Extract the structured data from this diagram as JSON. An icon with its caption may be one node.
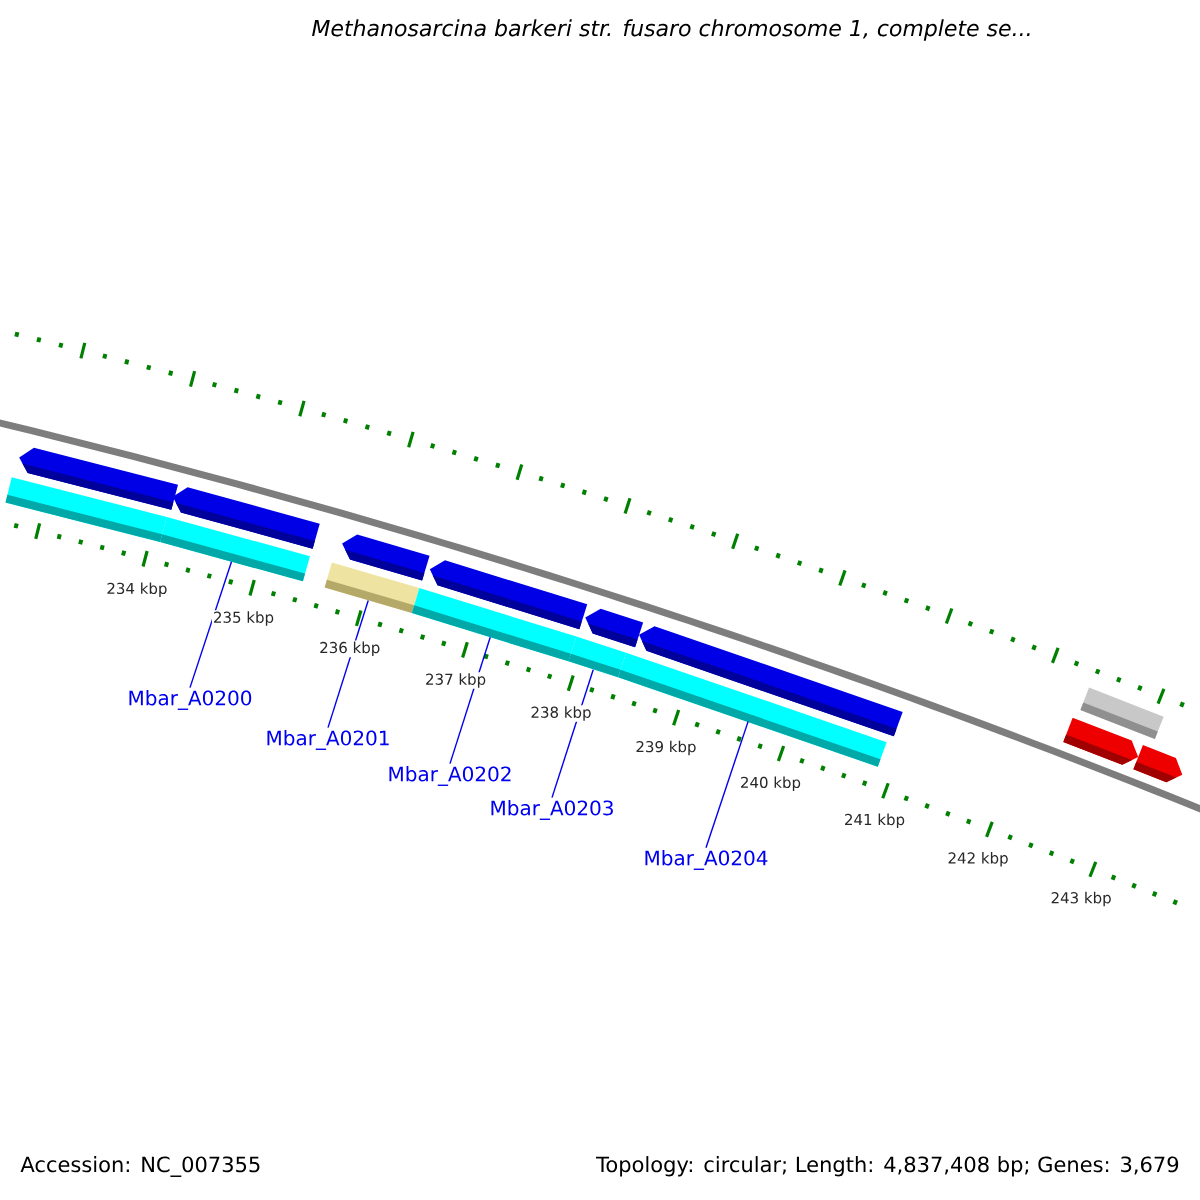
{
  "diagram": {
    "title": "Methanosarcina barkeri str. fusaro chromosome 1, complete se...",
    "nodes": [
      {
        "text": [],
        "shape": "pentagon"
      },
      {
        "text": [],
        "shape": "pentagon"
      },
      {
        "text": [],
        "shape": "bar"
      },
      {
        "text": [],
        "shape": "bar"
      },
      {
        "text": [],
        "shape": "pentagon"
      },
      {
        "text": [],
        "shape": "bar"
      },
      {
        "text": [],
        "shape": "pentagon"
      },
      {
        "text": [],
        "shape": "bar"
      },
      {
        "text": [],
        "shape": "pentagon"
      },
      {
        "text": [],
        "shape": "bar"
      },
      {
        "text": [],
        "shape": "pentagon"
      },
      {
        "text": [],
        "shape": "bar"
      },
      {
        "text": [],
        "shape": "bar"
      },
      {
        "text": [],
        "shape": "pentagon"
      },
      {
        "text": [],
        "shape": "pentagon"
      },
      {
        "text": [
          "Mbar_A0200"
        ]
      },
      {
        "text": [
          "Mbar_A0201"
        ]
      },
      {
        "text": [
          "Mbar_A0202"
        ]
      },
      {
        "text": [
          "Mbar_A0203"
        ]
      },
      {
        "text": [
          "Mbar_A0204"
        ]
      }
    ],
    "edges": [
      {
        "from": 15,
        "to": 3,
        "arrow": "none"
      },
      {
        "from": 16,
        "to": 5,
        "arrow": "none"
      },
      {
        "from": 17,
        "to": 7,
        "arrow": "none"
      },
      {
        "from": 18,
        "to": 9,
        "arrow": "none"
      },
      {
        "from": 19,
        "to": 11,
        "arrow": "none"
      }
    ],
    "labels": [
      "234 kbp",
      "235 kbp",
      "236 kbp",
      "237 kbp",
      "238 kbp",
      "239 kbp",
      "240 kbp",
      "241 kbp",
      "242 kbp",
      "243 kbp",
      "Accession: NC_007355",
      "Topology: circular; Length: 4,837,408 bp; Genes: 3,679"
    ]
  }
}
